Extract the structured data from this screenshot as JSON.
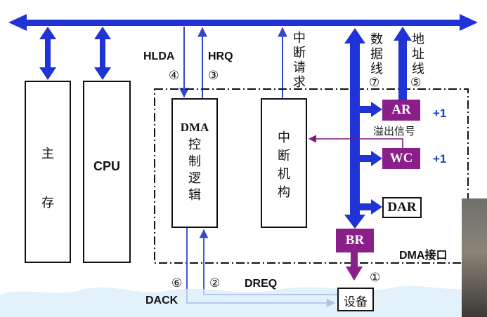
{
  "blocks": {
    "main_memory": [
      "主",
      "存"
    ],
    "cpu": "CPU",
    "dma_control": {
      "title": "DMA",
      "chars": [
        "控",
        "制",
        "逻",
        "辑"
      ]
    },
    "interrupt": [
      "中",
      "断",
      "机",
      "构"
    ],
    "device": "设备",
    "dma_interface": "DMA接口"
  },
  "registers": {
    "ar": "AR",
    "wc": "WC",
    "dar": "DAR",
    "br": "BR"
  },
  "signals": {
    "hlda": "HLDA",
    "hrq": "HRQ",
    "dreq": "DREQ",
    "dack": "DACK",
    "interrupt_request": [
      "中",
      "断",
      "请",
      "求"
    ],
    "data_line": [
      "数",
      "据",
      "线"
    ],
    "address_line": [
      "地",
      "址",
      "线"
    ],
    "overflow": "溢出信号",
    "plus_ar": "+1",
    "plus_wc": "+1"
  },
  "markers": {
    "n1": "①",
    "n2": "②",
    "n3": "③",
    "n4": "④",
    "n5": "⑤",
    "n6": "⑥",
    "n7": "⑦"
  },
  "colors": {
    "bus_blue": "#1f33d6",
    "register_purple": "#8a1f8a",
    "signal_line": "#3049c8",
    "interrupt_line": "#7a1a7a"
  }
}
